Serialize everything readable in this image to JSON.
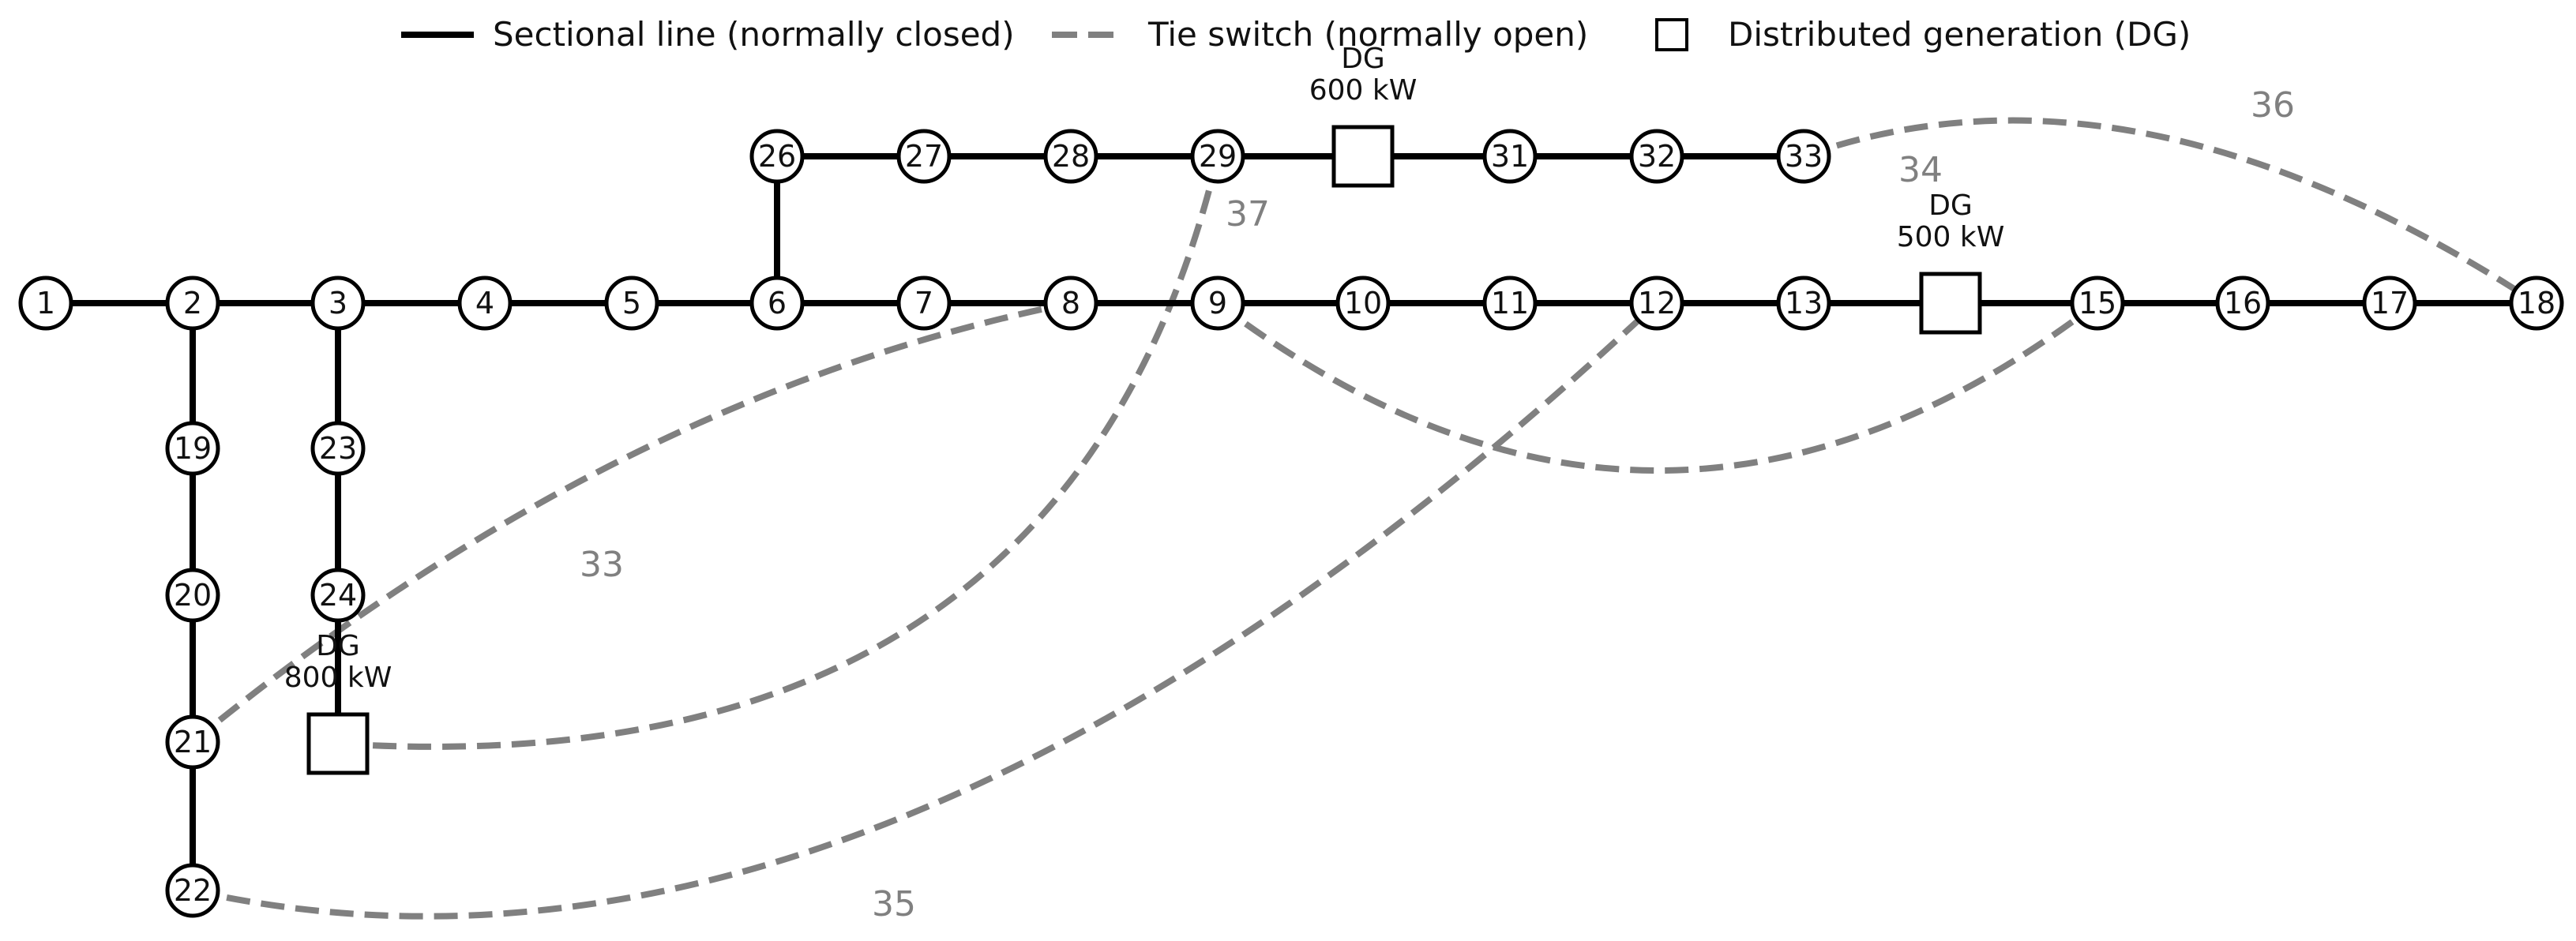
{
  "legend": {
    "sectional_label": "Sectional line (normally closed)",
    "tie_label": "Tie switch (normally open)",
    "dg_label": "Distributed generation (DG)"
  },
  "colors": {
    "sectional": "#000000",
    "tie": "#808080",
    "node_fill": "#ffffff",
    "text": "#111111"
  },
  "nodes": [
    {
      "id": "1",
      "label": "1"
    },
    {
      "id": "2",
      "label": "2"
    },
    {
      "id": "3",
      "label": "3"
    },
    {
      "id": "4",
      "label": "4"
    },
    {
      "id": "5",
      "label": "5"
    },
    {
      "id": "6",
      "label": "6"
    },
    {
      "id": "7",
      "label": "7"
    },
    {
      "id": "8",
      "label": "8"
    },
    {
      "id": "9",
      "label": "9"
    },
    {
      "id": "10",
      "label": "10"
    },
    {
      "id": "11",
      "label": "11"
    },
    {
      "id": "12",
      "label": "12"
    },
    {
      "id": "13",
      "label": "13"
    },
    {
      "id": "15",
      "label": "15"
    },
    {
      "id": "16",
      "label": "16"
    },
    {
      "id": "17",
      "label": "17"
    },
    {
      "id": "18",
      "label": "18"
    },
    {
      "id": "19",
      "label": "19"
    },
    {
      "id": "20",
      "label": "20"
    },
    {
      "id": "21",
      "label": "21"
    },
    {
      "id": "22",
      "label": "22"
    },
    {
      "id": "23",
      "label": "23"
    },
    {
      "id": "24",
      "label": "24"
    },
    {
      "id": "26",
      "label": "26"
    },
    {
      "id": "27",
      "label": "27"
    },
    {
      "id": "28",
      "label": "28"
    },
    {
      "id": "29",
      "label": "29"
    },
    {
      "id": "31",
      "label": "31"
    },
    {
      "id": "32",
      "label": "32"
    },
    {
      "id": "33",
      "label": "33"
    }
  ],
  "dg_units": [
    {
      "id": "dg-600",
      "line1": "DG",
      "line2": "600 kW"
    },
    {
      "id": "dg-500",
      "line1": "DG",
      "line2": "500 kW"
    },
    {
      "id": "dg-800",
      "line1": "DG",
      "line2": "800 kW"
    }
  ],
  "sectional_lines": [
    [
      "1",
      "2"
    ],
    [
      "2",
      "3"
    ],
    [
      "3",
      "4"
    ],
    [
      "4",
      "5"
    ],
    [
      "5",
      "6"
    ],
    [
      "6",
      "7"
    ],
    [
      "7",
      "8"
    ],
    [
      "8",
      "9"
    ],
    [
      "9",
      "10"
    ],
    [
      "10",
      "11"
    ],
    [
      "11",
      "12"
    ],
    [
      "12",
      "13"
    ],
    [
      "13",
      "dg-500"
    ],
    [
      "dg-500",
      "15"
    ],
    [
      "15",
      "16"
    ],
    [
      "16",
      "17"
    ],
    [
      "17",
      "18"
    ],
    [
      "2",
      "19"
    ],
    [
      "19",
      "20"
    ],
    [
      "20",
      "21"
    ],
    [
      "21",
      "22"
    ],
    [
      "3",
      "23"
    ],
    [
      "23",
      "24"
    ],
    [
      "24",
      "dg-800"
    ],
    [
      "6",
      "26"
    ],
    [
      "26",
      "27"
    ],
    [
      "27",
      "28"
    ],
    [
      "28",
      "29"
    ],
    [
      "29",
      "dg-600"
    ],
    [
      "dg-600",
      "31"
    ],
    [
      "31",
      "32"
    ],
    [
      "32",
      "33"
    ]
  ],
  "tie_switches": [
    {
      "id": "33",
      "label": "33",
      "from": "21",
      "to": "8"
    },
    {
      "id": "34",
      "label": "34",
      "from": "9",
      "to": "15"
    },
    {
      "id": "35",
      "label": "35",
      "from": "22",
      "to": "12"
    },
    {
      "id": "36",
      "label": "36",
      "from": "33",
      "to": "18"
    },
    {
      "id": "37",
      "label": "37",
      "from": "dg-800",
      "to": "29"
    }
  ]
}
